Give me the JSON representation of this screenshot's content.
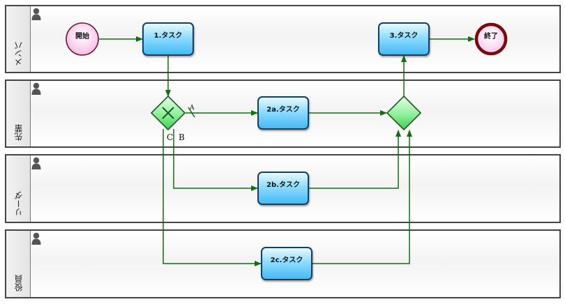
{
  "lanes": [
    {
      "title": "メンバ"
    },
    {
      "title": "先輩"
    },
    {
      "title": "リーダ"
    },
    {
      "title": "役員"
    }
  ],
  "events": {
    "start": "開始",
    "end": "終了"
  },
  "tasks": {
    "t1": "1.タスク",
    "t2a": "2a.タスク",
    "t2b": "2b.タスク",
    "t2c": "2c.タスク",
    "t3": "3.タスク"
  },
  "flow_labels": {
    "a": "A",
    "b": "B",
    "c": "C"
  },
  "icons": {
    "lane_icon": "person-icon",
    "gateway_split_icon": "exclusive-gateway-icon",
    "gateway_join_icon": "join-gateway-icon"
  },
  "colors": {
    "flow": "#0e6f0e",
    "task_border": "#0d3e6e",
    "start_fill": "#fbd6f0",
    "end_border": "#7a0a0a",
    "gateway_fill": "#5fdc6e"
  }
}
